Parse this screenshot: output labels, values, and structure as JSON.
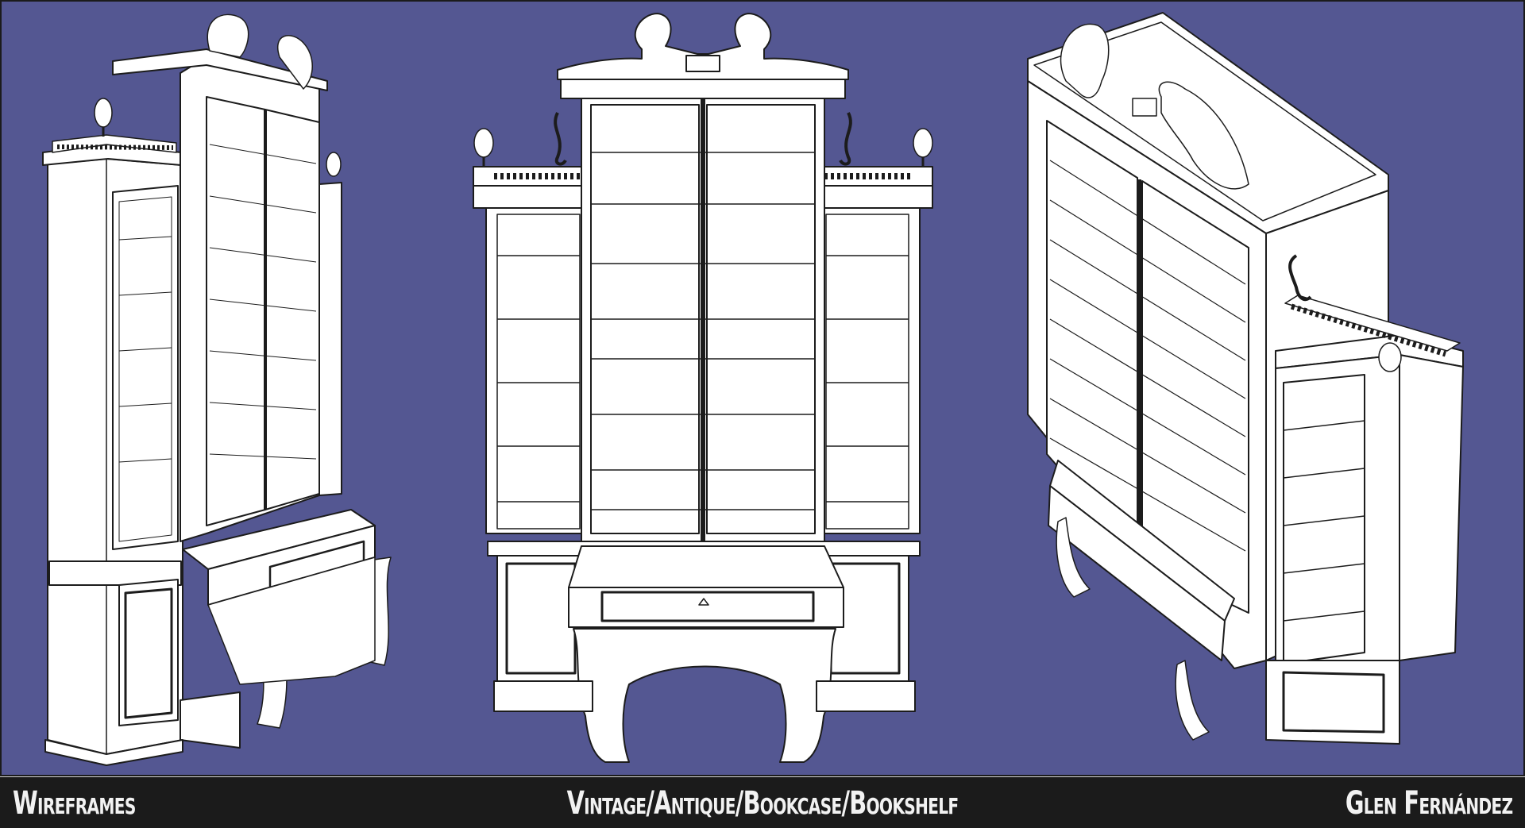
{
  "colors": {
    "background": "#545792",
    "caption_bar": "#1b1b1b",
    "caption_text": "#f2f2f2",
    "model_fill": "#ffffff",
    "wire": "#1c1c1c"
  },
  "views": [
    {
      "name": "left-perspective-view"
    },
    {
      "name": "front-view"
    },
    {
      "name": "top-perspective-view"
    }
  ],
  "caption": {
    "left": "Wireframes",
    "center": "Vintage/Antique/Bookcase/Bookshelf",
    "right": "Glen Fernández"
  }
}
